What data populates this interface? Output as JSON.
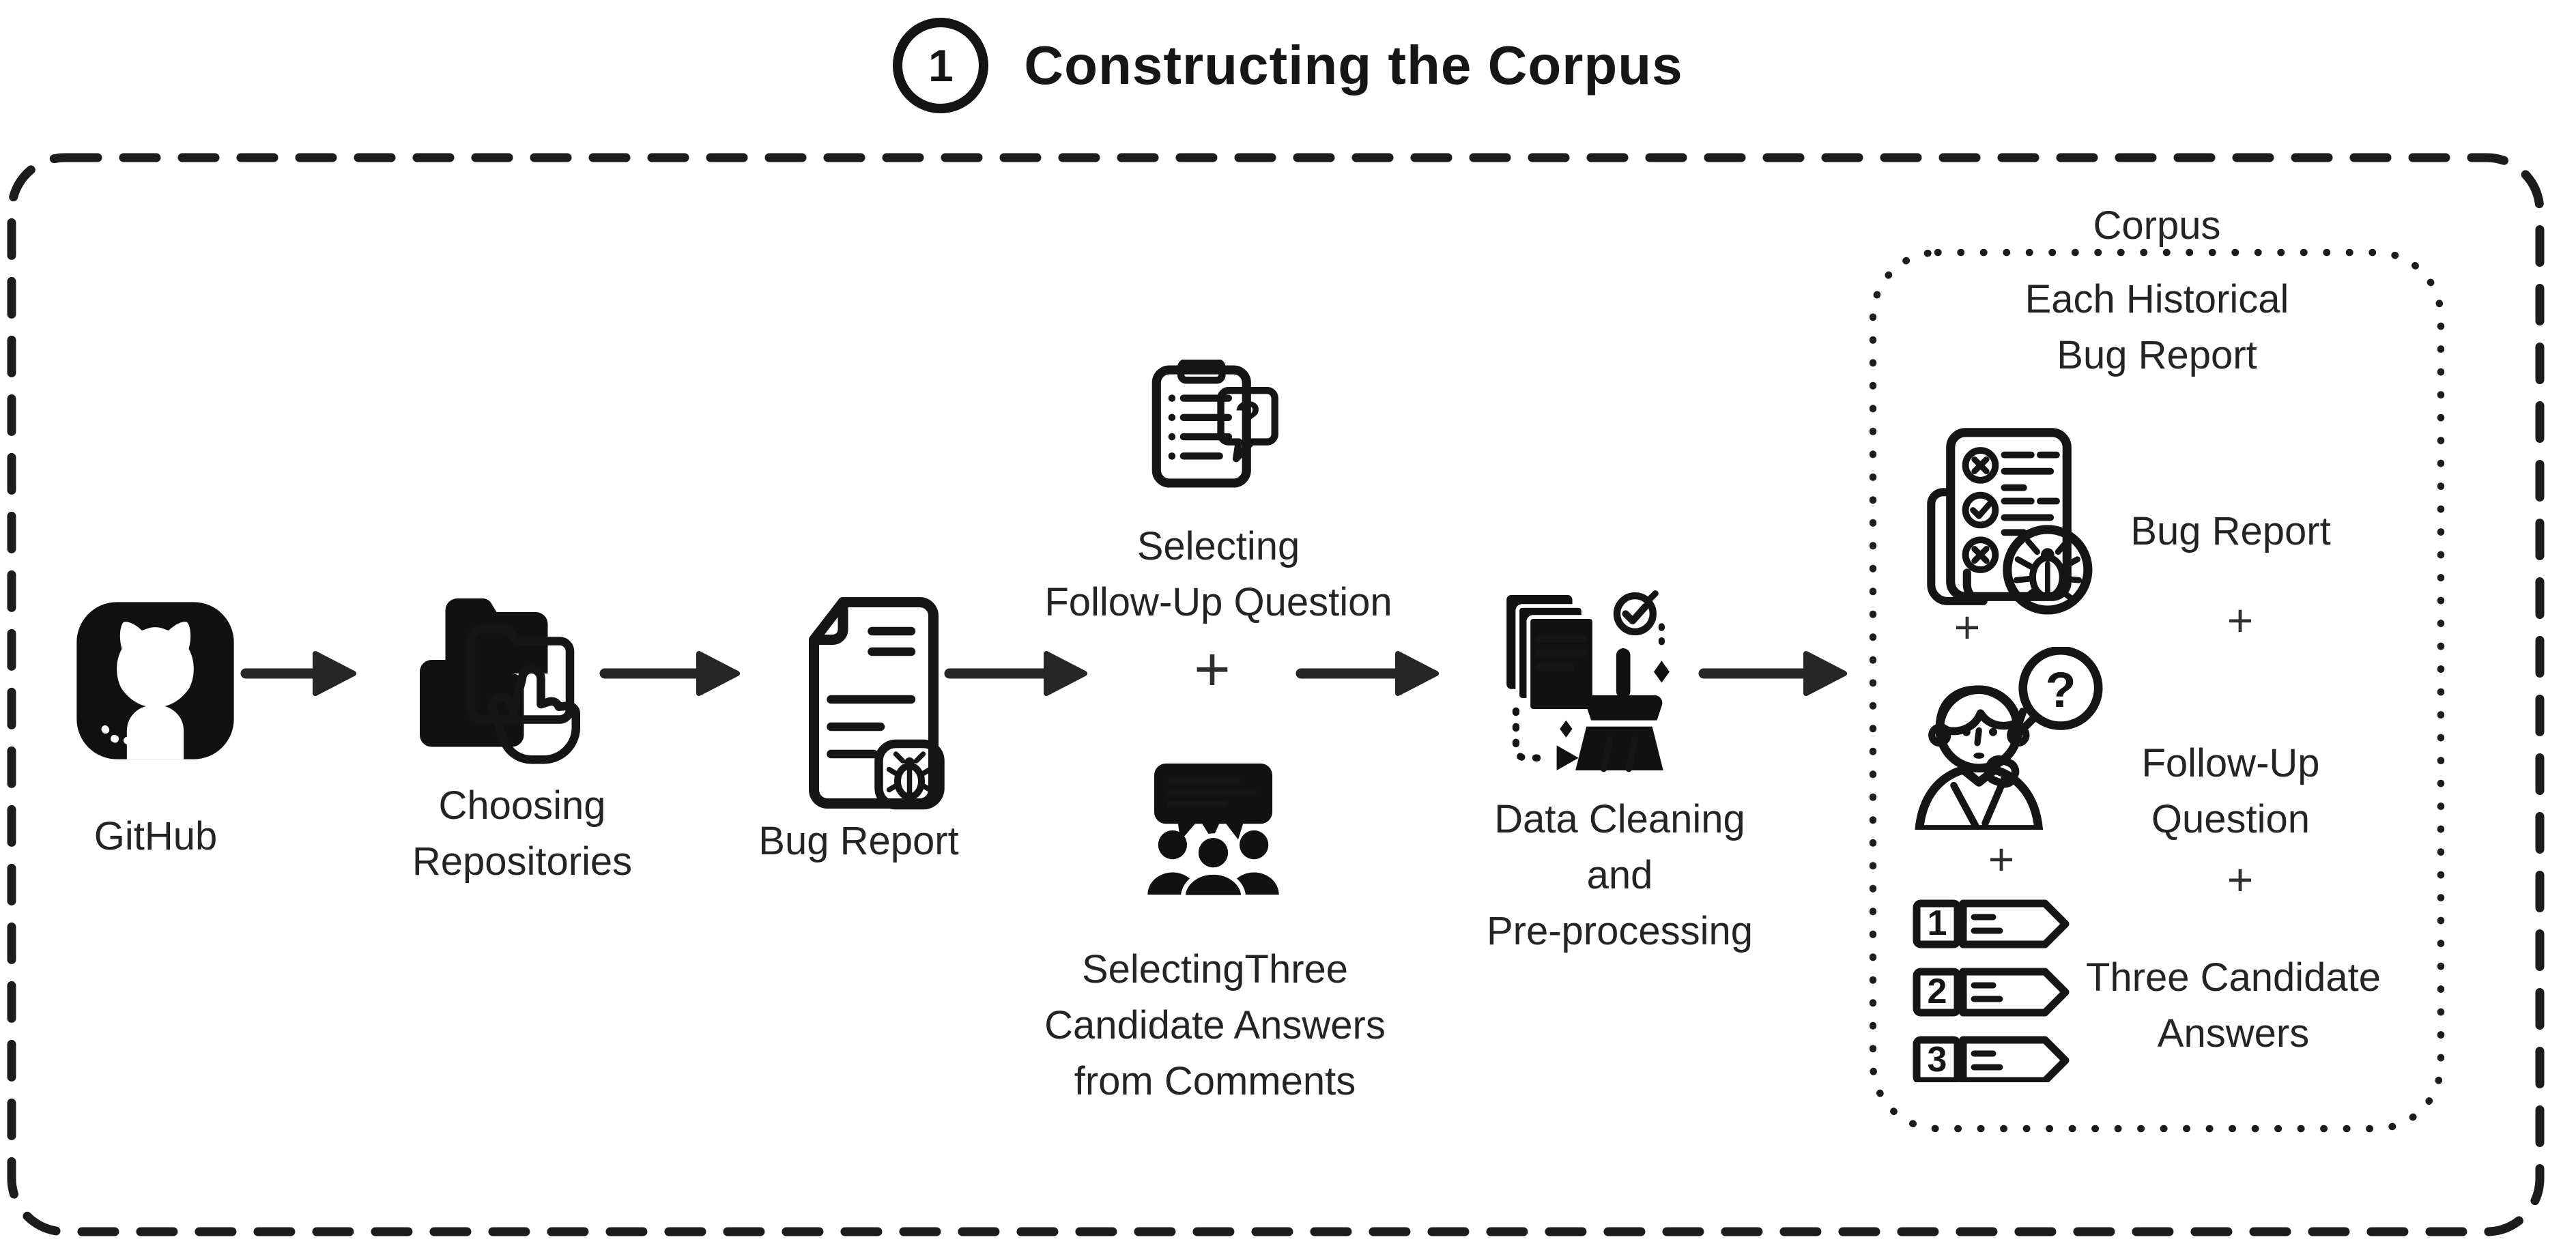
{
  "colors": {
    "ink": "#1a1a1a",
    "background": "#ffffff"
  },
  "header": {
    "step_number": "1",
    "title": "Constructing the Corpus"
  },
  "symbols": {
    "plus": "+",
    "question": "?"
  },
  "flow": {
    "github": {
      "label": "GitHub",
      "icon": "github-icon"
    },
    "choosing": {
      "lines": [
        "Choosing",
        "Repositories"
      ],
      "icon": "folders-click-icon"
    },
    "bug_report": {
      "label": "Bug Report",
      "icon": "bug-document-icon"
    },
    "selecting_question": {
      "lines": [
        "Selecting",
        "Follow-Up Question"
      ],
      "icon": "clipboard-question-icon"
    },
    "selecting_answers": {
      "lines": [
        "SelectingThree",
        "Candidate Answers",
        "from Comments"
      ],
      "icon": "crowd-comments-icon"
    },
    "data_cleaning": {
      "lines": [
        "Data Cleaning",
        "and",
        "Pre-processing"
      ],
      "icon": "documents-broom-icon"
    }
  },
  "corpus": {
    "title": "Corpus",
    "heading_lines": [
      "Each Historical",
      "Bug Report"
    ],
    "items": {
      "bug_report": {
        "label": "Bug Report",
        "icon": "bug-report-checklist-icon"
      },
      "follow_up": {
        "lines": [
          "Follow-Up",
          "Question"
        ],
        "icon": "person-question-icon"
      },
      "answers": {
        "lines": [
          "Three Candidate",
          "Answers"
        ],
        "icon": "numbered-answers-icon",
        "numbers": [
          "1",
          "2",
          "3"
        ]
      }
    }
  }
}
